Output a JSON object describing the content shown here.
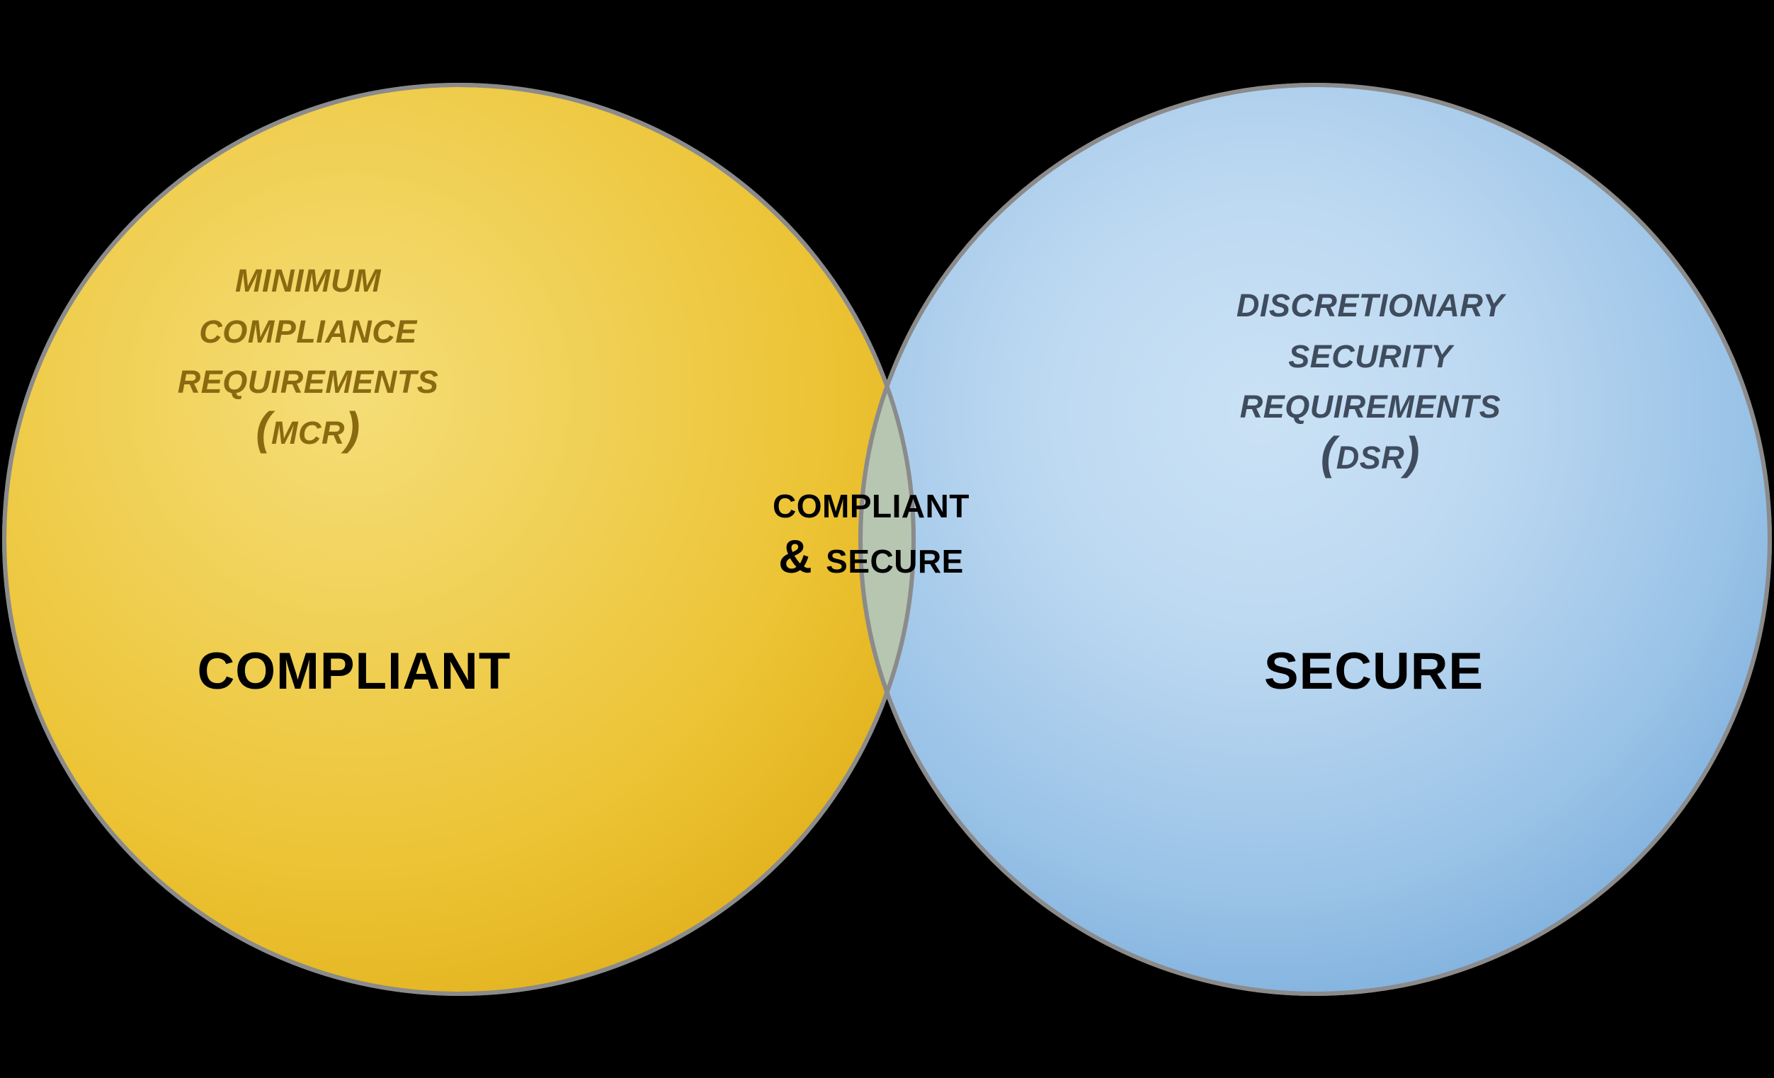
{
  "diagram": {
    "type": "venn",
    "title_visible": false,
    "background_color": "#000000",
    "sets": [
      {
        "id": "compliant",
        "label": "Compliant",
        "position": "left",
        "fill_color": "#e9bb24",
        "fill_color_light": "#f2d45f",
        "stroke_color": "#8b8b8b",
        "text_color": "#8a6a10",
        "description_lines": [
          "Minimum",
          "Compliance",
          "Requirements",
          "(MCR)"
        ],
        "description_text": "Minimum\nCompliance\nRequirements\n(MCR)",
        "acronym": "MCR",
        "acronym_expansion": "Minimum Compliance Requirements"
      },
      {
        "id": "secure",
        "label": "Secure",
        "position": "right",
        "fill_color": "#6ba4d9",
        "fill_color_light": "#bad7f0",
        "stroke_color": "#8b8b8b",
        "text_color": "#3f4c5e",
        "description_lines": [
          "Discretionary",
          "Security",
          "Requirements",
          "(DSR)"
        ],
        "description_text": "Discretionary\nSecurity\nRequirements\n(DSR)",
        "acronym": "DSR",
        "acronym_expansion": "Discretionary Security Requirements"
      }
    ],
    "intersection": {
      "id": "compliant-and-secure",
      "label_lines": [
        "Compliant",
        "& Secure"
      ],
      "label_text": "Compliant\n& Secure",
      "text_color": "#000000",
      "blend_color": "#8fb0a8"
    }
  },
  "chart_data": {
    "type": "venn",
    "title": "",
    "sets": [
      "Compliant",
      "Secure"
    ],
    "set_labels": [
      "COMPLIANT",
      "SECURE"
    ],
    "intersection_label": "COMPLIANT & SECURE",
    "annotations": [
      {
        "region": "left-only",
        "text": "MINIMUM COMPLIANCE REQUIREMENTS (MCR)"
      },
      {
        "region": "right-only",
        "text": "DISCRETIONARY SECURITY REQUIREMENTS (DSR)"
      },
      {
        "region": "intersection",
        "text": "COMPLIANT & SECURE"
      }
    ],
    "colors": {
      "left": "#e9bb24",
      "right": "#6ba4d9",
      "intersection": "#8fb0a8",
      "background": "#000000",
      "stroke": "#8b8b8b"
    },
    "legend": "none",
    "grid": false
  }
}
